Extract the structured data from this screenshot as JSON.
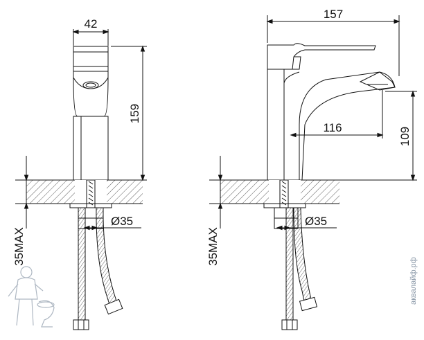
{
  "left_view": {
    "width_dim": "42",
    "height_dim": "159",
    "max_thickness": "35MAX",
    "hole_diameter": "Ø35"
  },
  "right_view": {
    "length_dim": "157",
    "spout_reach": "116",
    "spout_height": "109",
    "max_thickness": "35MAX",
    "hole_diameter": "Ø35"
  },
  "watermark": "аквалайф.рф",
  "colors": {
    "line": "#111111",
    "hatch": "#333333",
    "watermark": "#8a98a8"
  }
}
